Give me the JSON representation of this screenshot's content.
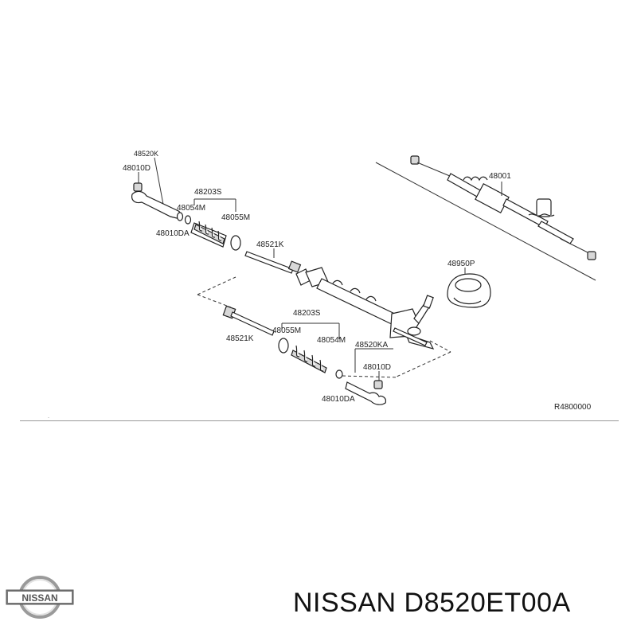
{
  "diagram": {
    "part_labels": {
      "tie_rod_end_top": "48520K",
      "nut_top": "48010D",
      "boot_kit_top": "48203S",
      "clip_small_top": "48054M",
      "clip_large_top": "48055M",
      "nut_da_top": "48010DA",
      "inner_socket_top": "48521K",
      "gear_assembly": "48001",
      "grommet": "48950P",
      "boot_kit_bottom": "48203S",
      "clip_large_bottom": "48055M",
      "clip_small_bottom": "48054M",
      "inner_socket_bottom": "48521K",
      "tie_rod_end_bottom": "48520KA",
      "nut_bottom": "48010D",
      "nut_da_bottom": "48010DA"
    },
    "diagram_code": "R4800000"
  },
  "footer": {
    "brand_logo_text": "NISSAN",
    "part_title": "NISSAN D8520ET00A"
  }
}
